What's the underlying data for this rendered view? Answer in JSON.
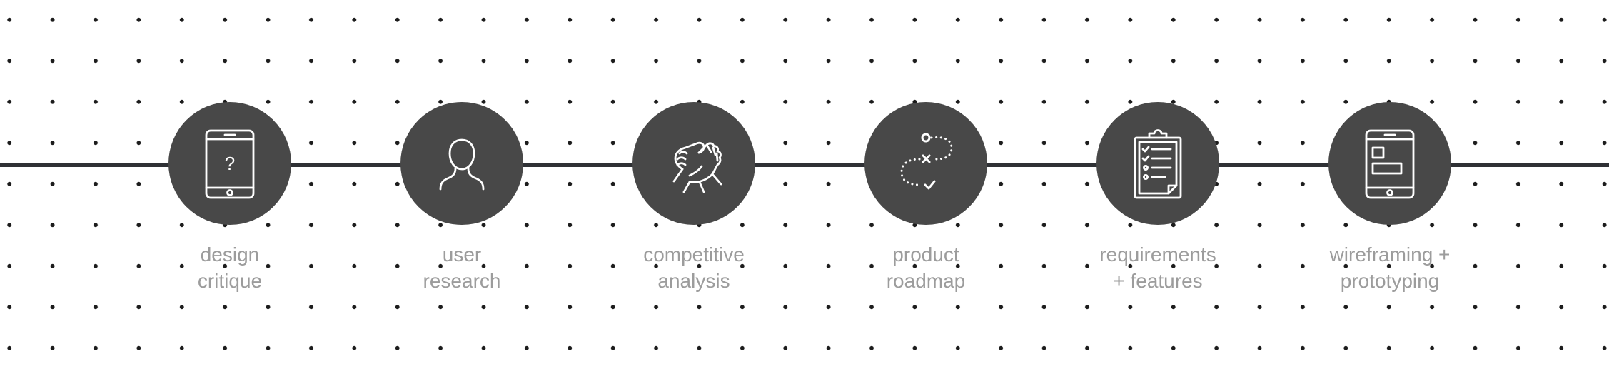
{
  "colors": {
    "background": "#ffffff",
    "dot": "#1c1c1c",
    "line": "#2f3135",
    "circle": "#484848",
    "icon_stroke": "#ffffff",
    "label": "#9c9c9c"
  },
  "steps": [
    {
      "icon": "tablet-question-icon",
      "label_line1": "design",
      "label_line2": "critique"
    },
    {
      "icon": "user-icon",
      "label_line1": "user",
      "label_line2": "research"
    },
    {
      "icon": "handshake-icon",
      "label_line1": "competitive",
      "label_line2": "analysis"
    },
    {
      "icon": "route-map-icon",
      "label_line1": "product",
      "label_line2": "roadmap"
    },
    {
      "icon": "clipboard-checklist-icon",
      "label_line1": "requirements",
      "label_line2": "+ features"
    },
    {
      "icon": "tablet-wireframe-icon",
      "label_line1": "wireframing +",
      "label_line2": "prototyping"
    }
  ]
}
